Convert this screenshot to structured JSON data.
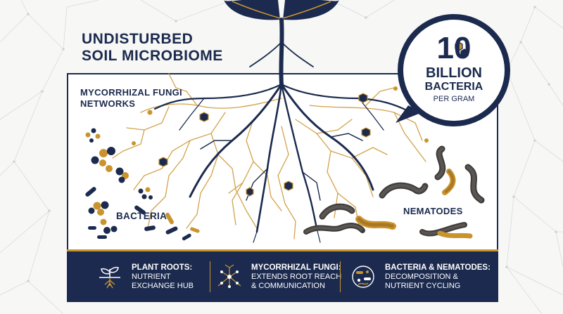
{
  "title": {
    "line1": "UNDISTURBED",
    "line2": "SOIL MICROBIOME"
  },
  "labels": {
    "fungi_line1": "MYCORRHIZAL FUNGI",
    "fungi_line2": "NETWORKS",
    "bacteria": "BACTERIA",
    "nematodes": "NEMATODES"
  },
  "stat": {
    "number": "10",
    "unit": "BILLION",
    "what": "BACTERIA",
    "sub": "PER GRAM"
  },
  "legend": [
    {
      "title": "PLANT ROOTS:",
      "line1": "NUTRIENT",
      "line2": "EXCHANGE HUB",
      "icon": "sprout-icon"
    },
    {
      "title": "MYCORRHIZAL FUNGI:",
      "line1": "EXTENDS ROOT REACH",
      "line2": "& COMMUNICATION",
      "icon": "network-icon"
    },
    {
      "title": "BACTERIA & NEMATODES:",
      "line1": "DECOMPOSITION &",
      "line2": "NUTRIENT CYCLING",
      "icon": "microbe-icon"
    }
  ],
  "colors": {
    "navy": "#1b2a4e",
    "gold": "#c9942e",
    "panel": "#ffffff",
    "background": "#f7f7f5"
  }
}
